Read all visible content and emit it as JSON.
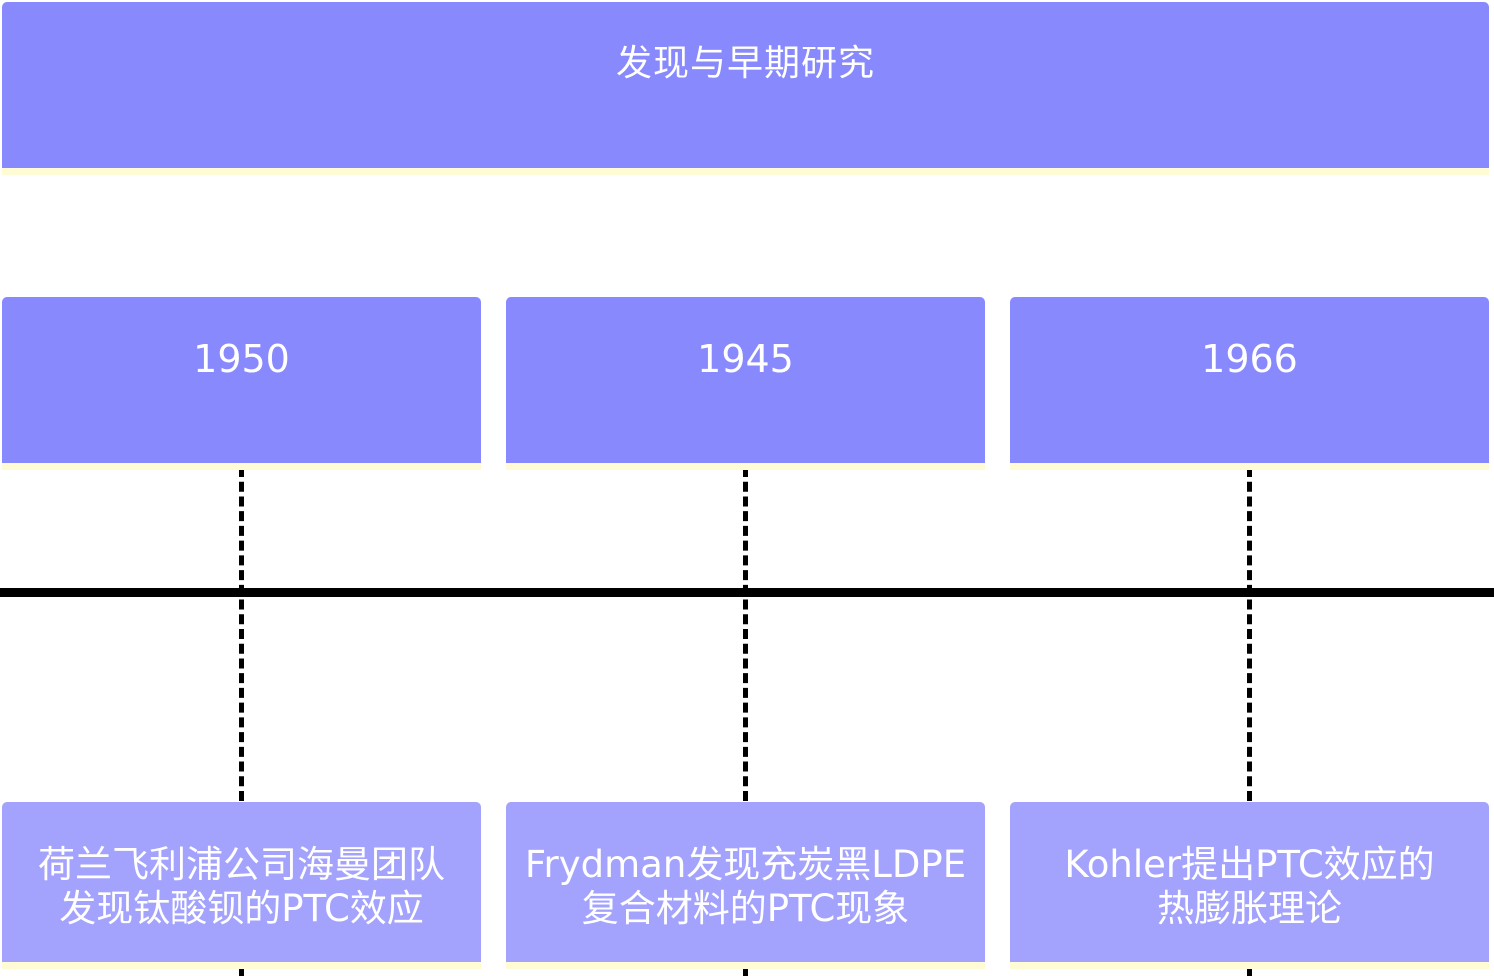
{
  "diagram": {
    "title": "发现与早期研究",
    "colors": {
      "box": "#8789fd",
      "event_box": "#a3a2fd",
      "underline": "#fffbd5",
      "line": "#000000",
      "text": "#ffffff"
    },
    "milestones": [
      {
        "year": "1950",
        "event_line1": "荷兰飞利浦公司海曼团队",
        "event_line2": "发现钛酸钡的PTC效应"
      },
      {
        "year": "1945",
        "event_line1": "Frydman发现充炭黑LDPE",
        "event_line2": "复合材料的PTC现象"
      },
      {
        "year": "1966",
        "event_line1": "Kohler提出PTC效应的",
        "event_line2": "热膨胀理论"
      }
    ]
  }
}
